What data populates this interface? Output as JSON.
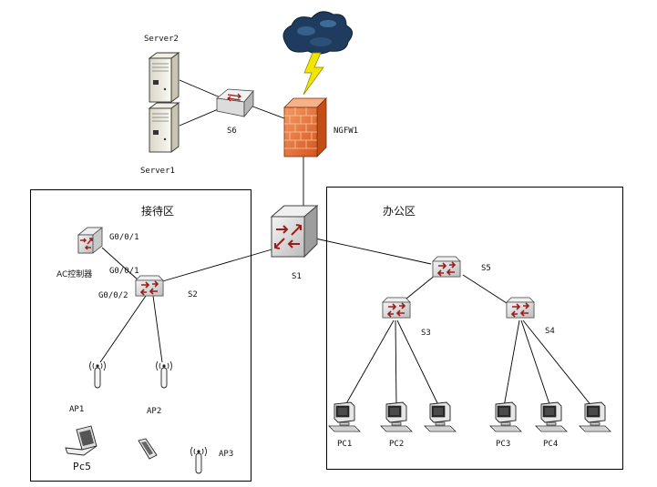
{
  "zones": {
    "reception": "接待区",
    "office": "办公区"
  },
  "devices": {
    "server2": "Server2",
    "server1": "Server1",
    "s6": "S6",
    "ngfw1": "NGFW1",
    "s1": "S1",
    "s2": "S2",
    "s3": "S3",
    "s4": "S4",
    "s5": "S5",
    "ac": "AC控制器",
    "ap1": "AP1",
    "ap2": "AP2",
    "ap3": "AP3",
    "pc1": "PC1",
    "pc2": "PC2",
    "pc3": "PC3",
    "pc4": "PC4",
    "pc5": "Pc5"
  },
  "ports": {
    "ac_port": "G0/0/1",
    "s2_port1": "G0/0/1",
    "s2_port2": "G0/0/2"
  },
  "colors": {
    "line": "#000000",
    "switch_face": "#d9d9d9",
    "switch_arrow": "#9b1c1c",
    "firewall": "#e8743b",
    "cloud": "#1f3c5e",
    "lightning": "#f2e600"
  },
  "icons": [
    "cloud-icon",
    "lightning-icon",
    "firewall-icon",
    "server-icon",
    "switch-icon",
    "access-point-icon",
    "pc-icon",
    "laptop-icon",
    "phone-icon"
  ]
}
